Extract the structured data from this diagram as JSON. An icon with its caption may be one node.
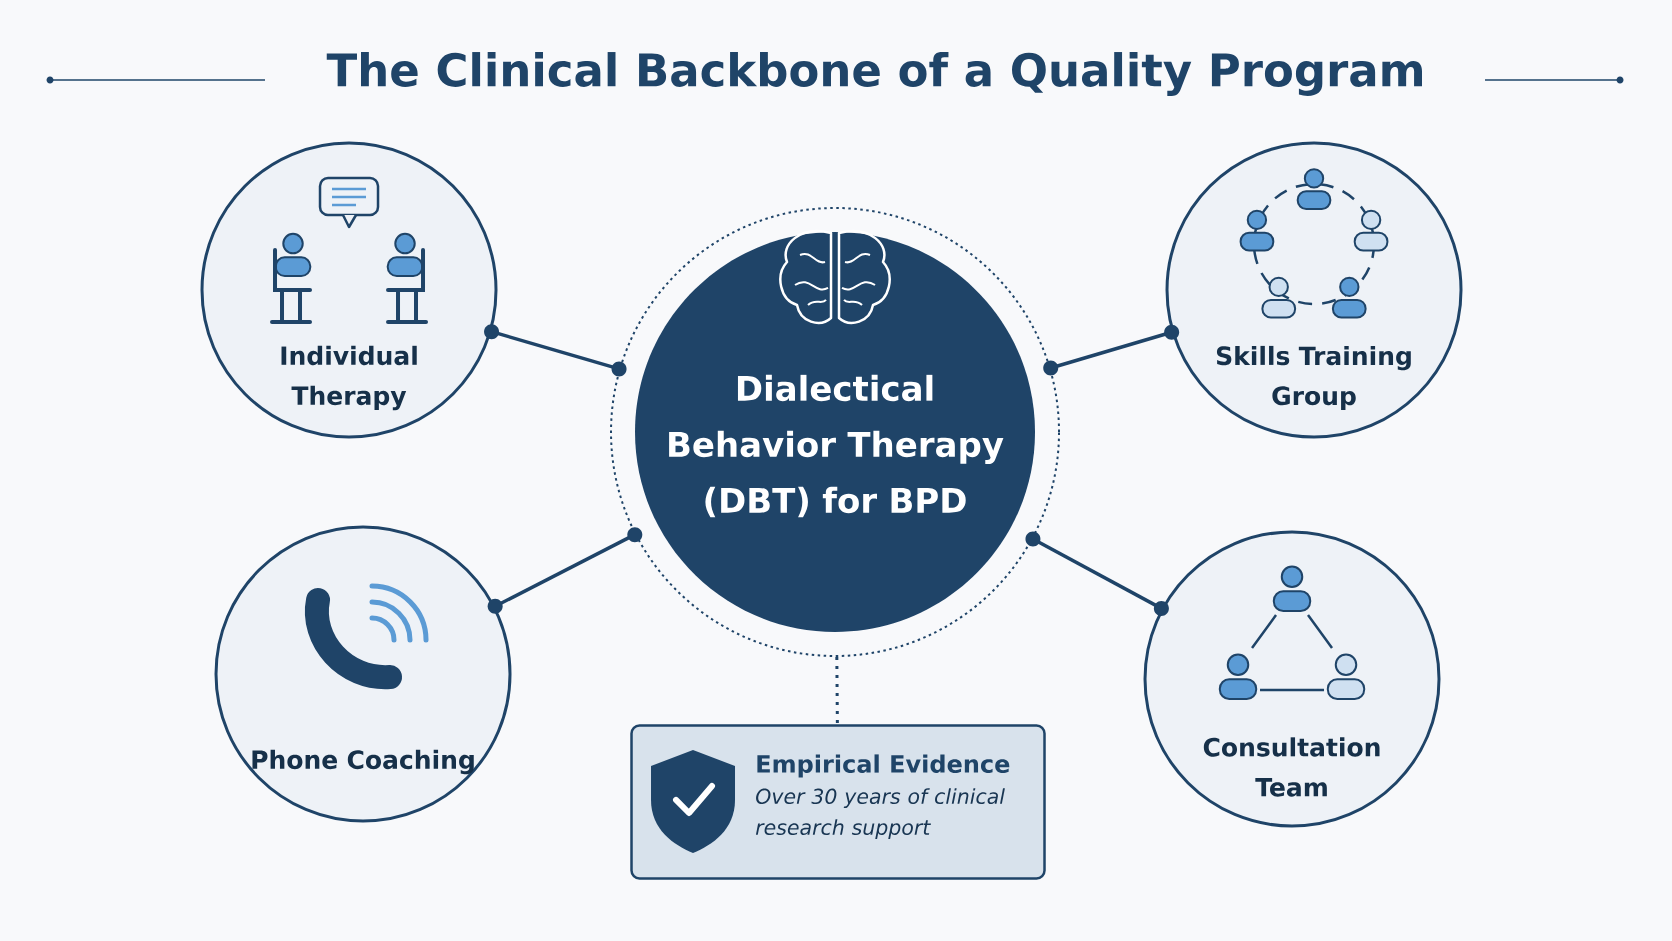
{
  "diagram": {
    "title": "The Clinical Backbone of a Quality Program",
    "nodes": [
      {
        "text": [
          "Dialectical Behavior Therapy (DBT) for BPD"
        ]
      },
      {
        "text": [
          "Individual Therapy"
        ]
      },
      {
        "text": [
          "Skills Training Group"
        ]
      },
      {
        "text": [
          "Phone Coaching"
        ]
      },
      {
        "text": [
          "Consultation Team"
        ]
      },
      {
        "text": [
          "Empirical Evidence",
          "Over 30 years of clinical research support"
        ]
      }
    ],
    "edges": [
      {
        "from": 0,
        "to": 1,
        "arrow": "other"
      },
      {
        "from": 0,
        "to": 2,
        "arrow": "other"
      },
      {
        "from": 0,
        "to": 3,
        "arrow": "other"
      },
      {
        "from": 0,
        "to": 4,
        "arrow": "other"
      },
      {
        "from": 0,
        "to": 5,
        "arrow": "none",
        "style": "dashed"
      }
    ]
  }
}
